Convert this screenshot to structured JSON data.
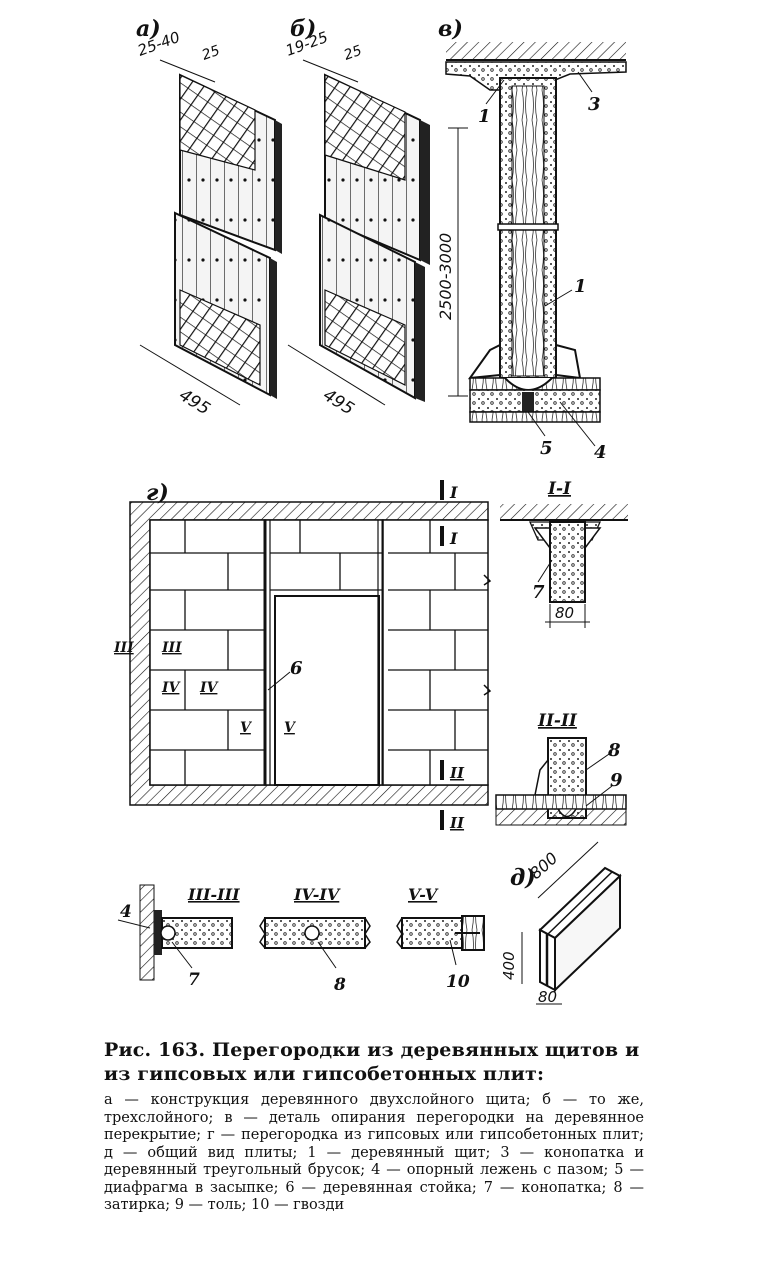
{
  "panel_labels": {
    "a": "а)",
    "b": "б)",
    "v": "в)",
    "g": "г)",
    "d": "д)"
  },
  "dims": {
    "a_top": "25-40",
    "a_top2": "25",
    "a_width": "495",
    "b_top": "19-25",
    "b_top2": "25",
    "b_width": "495",
    "height": "2500-3000",
    "sec_width": "80",
    "slab_len": "800",
    "slab_h": "400",
    "slab_t": "80"
  },
  "callouts": {
    "n1": "1",
    "n3": "3",
    "n1b": "1",
    "n5": "5",
    "n4": "4",
    "n6": "6",
    "n7": "7",
    "n8": "8",
    "n9": "9",
    "n4b": "4",
    "n7b": "7",
    "n8b": "8",
    "n10": "10"
  },
  "section_marks": {
    "I": "I",
    "II": "II",
    "III": "III",
    "IV": "IV",
    "V": "V",
    "sec_I": "I-I",
    "sec_II": "II-II",
    "sec_III": "III-III",
    "sec_IV": "IV-IV",
    "sec_V": "V-V"
  },
  "caption": {
    "title": "Рис. 163. Перегородки из деревянных щитов и из гипсовых или гипсобетонных плит:",
    "body": "а — конструкция деревянного двухслойного щита; б — то же, трехслойного; в — деталь опирания перегородки на деревянное перекрытие; г — перегородка из гипсовых или гипсобетонных плит; д — общий вид плиты; 1 — деревянный щит; 3 — конопатка и деревянный треугольный брусок; 4 — опорный лежень с пазом; 5 — диафрагма в засыпке; 6 — деревянная стойка; 7 — конопатка; 8 — затирка; 9 — толь; 10 — гвозди"
  }
}
